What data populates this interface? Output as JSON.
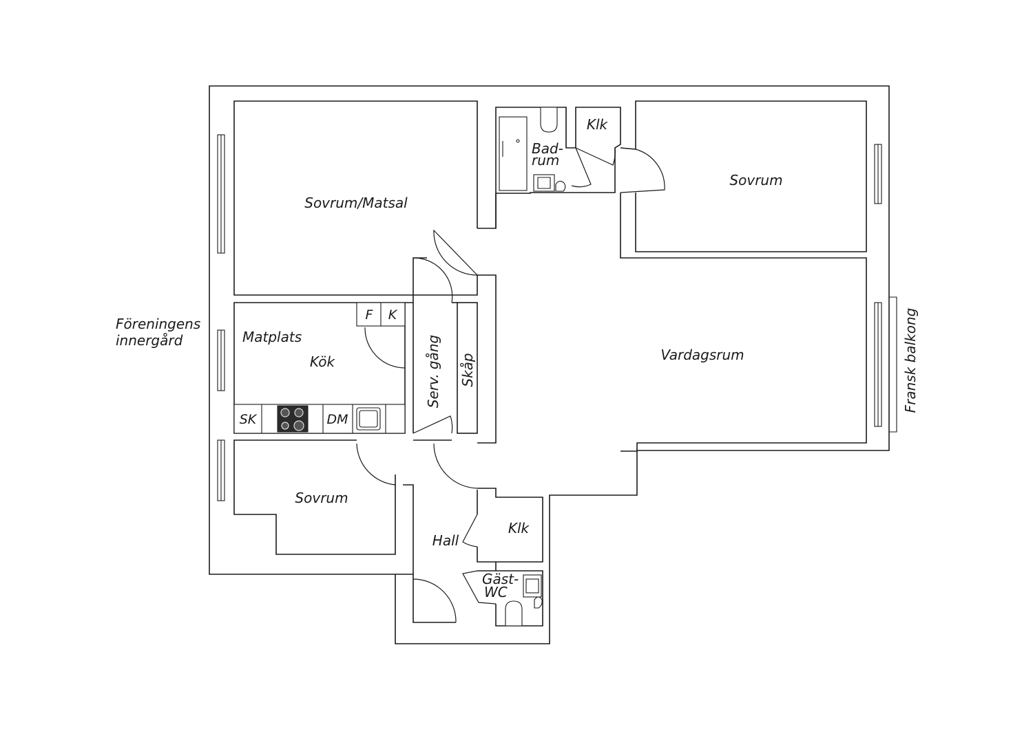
{
  "rooms": {
    "sovrum_matsal": "Sovrum/Matsal",
    "badrum_1": "Bad-",
    "badrum_2": "rum",
    "klk_top": "Klk",
    "sovrum_right": "Sovrum",
    "vardagsrum": "Vardagsrum",
    "matplats": "Matplats",
    "kok": "Kök",
    "serv_gang": "Serv. gång",
    "skap": "Skåp",
    "sovrum_bottom": "Sovrum",
    "hall": "Hall",
    "klk_bottom": "Klk",
    "gast_wc_1": "Gäst-",
    "gast_wc_2": "WC"
  },
  "fixtures": {
    "freezer": "F",
    "fridge": "K",
    "cabinet": "SK",
    "dishwasher": "DM"
  },
  "surroundings": {
    "courtyard_1": "Föreningens",
    "courtyard_2": "innergård",
    "balcony": "Fransk balkong"
  }
}
